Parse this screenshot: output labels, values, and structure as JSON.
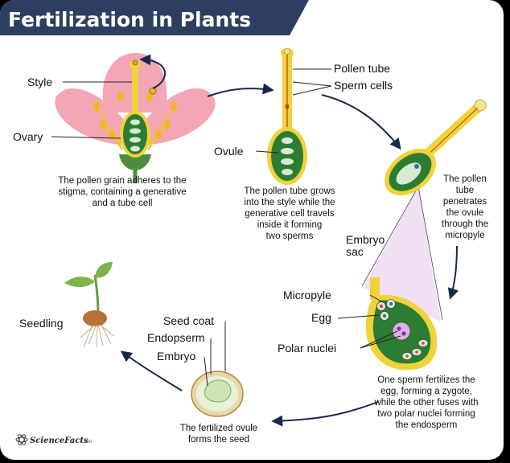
{
  "title": "Fertilization in Plants",
  "labels": {
    "style": "Style",
    "ovary": "Ovary",
    "ovule": "Ovule",
    "pollen_tube": "Pollen tube",
    "sperm_cells": "Sperm cells",
    "embryo_sac": [
      "Embryo",
      "sac"
    ],
    "micropyle": "Micropyle",
    "egg": "Egg",
    "polar_nuclei": "Polar nuclei",
    "seed_coat": "Seed coat",
    "endopserm": "Endopserm",
    "embryo": "Embryo",
    "seedling": "Seedling"
  },
  "captions": {
    "step1": [
      "The pollen grain adheres to the",
      "stigma, containing a generative",
      "and a tube cell"
    ],
    "step2": [
      "The pollen tube grows",
      "into the style while the",
      "generative cell travels",
      "inside it forming",
      "two sperms"
    ],
    "step3": [
      "The pollen",
      "tube",
      "penetrates",
      "the ovule",
      "through the",
      "micropyle"
    ],
    "step4": [
      "One sperm fertilizes the",
      "egg, forming a zygote,",
      "while the other fuses with",
      "two polar nuclei forming",
      "the endosperm"
    ],
    "step5": [
      "The fertilized ovule",
      "forms the seed"
    ]
  },
  "brand": "ScienceFacts",
  "brand_suffix": ".net",
  "colors": {
    "title_bg": "#2d3e60",
    "petal": "#f3a6b6",
    "stalk": "#f0d23a",
    "ovary_green": "#2c7d33",
    "cell_light": "#d7ebd2",
    "arrow": "#17284f",
    "highlight": "#ecd6ef"
  }
}
